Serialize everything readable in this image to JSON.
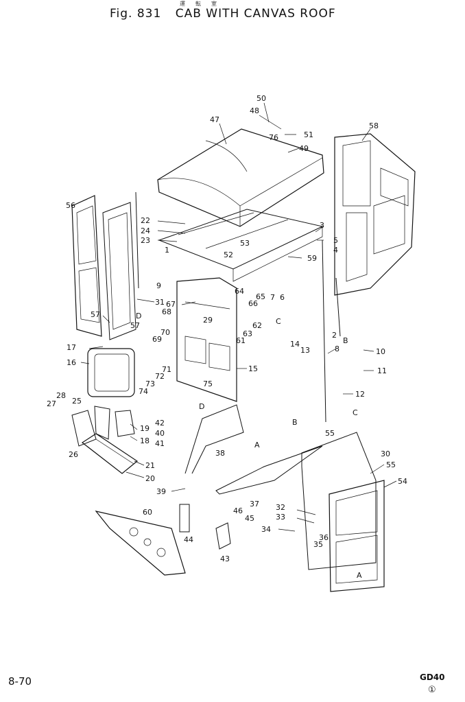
{
  "header": {
    "japanese": "運転室",
    "figure": "Fig. 831",
    "title": "CAB WITH CANVAS ROOF"
  },
  "footer": {
    "page": "8-70",
    "model": "GD40",
    "mark": "①"
  },
  "callouts": [
    {
      "id": "c50",
      "text": "50"
    },
    {
      "id": "c48",
      "text": "48"
    },
    {
      "id": "c47",
      "text": "47"
    },
    {
      "id": "c51",
      "text": "51"
    },
    {
      "id": "c58",
      "text": "58"
    },
    {
      "id": "c76",
      "text": "76"
    },
    {
      "id": "c49",
      "text": "49"
    },
    {
      "id": "c56",
      "text": "56"
    },
    {
      "id": "c22",
      "text": "22"
    },
    {
      "id": "c24",
      "text": "24"
    },
    {
      "id": "c23",
      "text": "23"
    },
    {
      "id": "c1",
      "text": "1"
    },
    {
      "id": "c3",
      "text": "3"
    },
    {
      "id": "c5",
      "text": "5"
    },
    {
      "id": "c4",
      "text": "4"
    },
    {
      "id": "c53",
      "text": "53"
    },
    {
      "id": "c52",
      "text": "52"
    },
    {
      "id": "c59",
      "text": "59"
    },
    {
      "id": "c9",
      "text": "9"
    },
    {
      "id": "c31",
      "text": "31"
    },
    {
      "id": "d1",
      "text": "D"
    },
    {
      "id": "c67",
      "text": "67"
    },
    {
      "id": "c68",
      "text": "68"
    },
    {
      "id": "c64",
      "text": "64"
    },
    {
      "id": "c65",
      "text": "65"
    },
    {
      "id": "c66",
      "text": "66"
    },
    {
      "id": "c7",
      "text": "7"
    },
    {
      "id": "c6",
      "text": "6"
    },
    {
      "id": "cc1",
      "text": "C"
    },
    {
      "id": "c57a",
      "text": "57"
    },
    {
      "id": "c57b",
      "text": "57"
    },
    {
      "id": "c70",
      "text": "70"
    },
    {
      "id": "c69",
      "text": "69"
    },
    {
      "id": "c29",
      "text": "29"
    },
    {
      "id": "c62",
      "text": "62"
    },
    {
      "id": "c63",
      "text": "63"
    },
    {
      "id": "c61",
      "text": "61"
    },
    {
      "id": "c2",
      "text": "2"
    },
    {
      "id": "b1",
      "text": "B"
    },
    {
      "id": "c17",
      "text": "17"
    },
    {
      "id": "c16",
      "text": "16"
    },
    {
      "id": "c14",
      "text": "14"
    },
    {
      "id": "c13",
      "text": "13"
    },
    {
      "id": "c8",
      "text": "8"
    },
    {
      "id": "c10",
      "text": "10"
    },
    {
      "id": "c15",
      "text": "15"
    },
    {
      "id": "c11",
      "text": "11"
    },
    {
      "id": "c71",
      "text": "71"
    },
    {
      "id": "c72",
      "text": "72"
    },
    {
      "id": "c73",
      "text": "73"
    },
    {
      "id": "c74",
      "text": "74"
    },
    {
      "id": "c75",
      "text": "75"
    },
    {
      "id": "c12",
      "text": "12"
    },
    {
      "id": "c28",
      "text": "28"
    },
    {
      "id": "c27",
      "text": "27"
    },
    {
      "id": "c25",
      "text": "25"
    },
    {
      "id": "d2",
      "text": "D"
    },
    {
      "id": "c42",
      "text": "42"
    },
    {
      "id": "c40",
      "text": "40"
    },
    {
      "id": "c41",
      "text": "41"
    },
    {
      "id": "c19",
      "text": "19"
    },
    {
      "id": "c18",
      "text": "18"
    },
    {
      "id": "c26",
      "text": "26"
    },
    {
      "id": "c38",
      "text": "38"
    },
    {
      "id": "b2",
      "text": "B"
    },
    {
      "id": "cc2",
      "text": "C"
    },
    {
      "id": "c55a",
      "text": "55"
    },
    {
      "id": "c30",
      "text": "30"
    },
    {
      "id": "c55b",
      "text": "55"
    },
    {
      "id": "a1",
      "text": "A"
    },
    {
      "id": "c21",
      "text": "21"
    },
    {
      "id": "c20",
      "text": "20"
    },
    {
      "id": "c54",
      "text": "54"
    },
    {
      "id": "c39",
      "text": "39"
    },
    {
      "id": "c37",
      "text": "37"
    },
    {
      "id": "c32",
      "text": "32"
    },
    {
      "id": "c33",
      "text": "33"
    },
    {
      "id": "c60",
      "text": "60"
    },
    {
      "id": "c46",
      "text": "46"
    },
    {
      "id": "c45",
      "text": "45"
    },
    {
      "id": "c34",
      "text": "34"
    },
    {
      "id": "c36",
      "text": "36"
    },
    {
      "id": "c35",
      "text": "35"
    },
    {
      "id": "c44",
      "text": "44"
    },
    {
      "id": "c43",
      "text": "43"
    },
    {
      "id": "a2",
      "text": "A"
    }
  ]
}
